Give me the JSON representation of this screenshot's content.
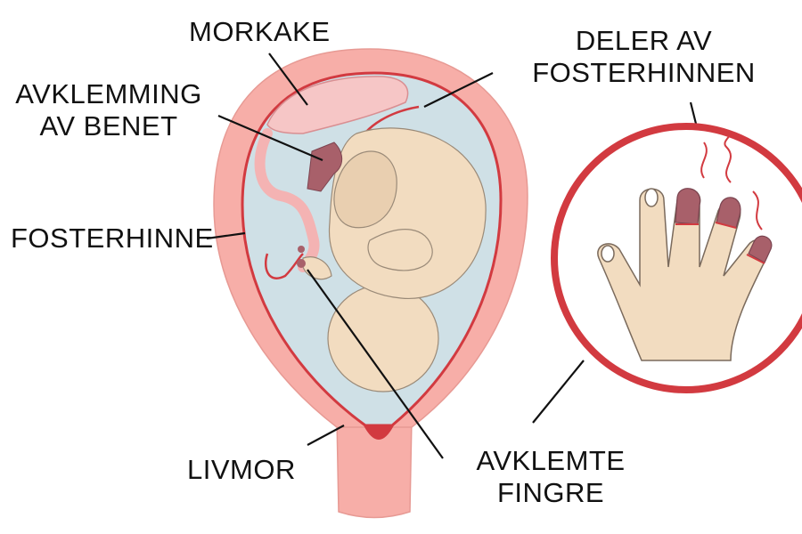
{
  "labels": {
    "placenta": "MORKAKE",
    "leg_amputation_1": "AVKLEMMING",
    "leg_amputation_2": "AV BENET",
    "amnion": "FOSTERHINNE",
    "uterus": "LIVMOR",
    "membrane_parts_1": "DELER AV",
    "membrane_parts_2": "FOSTERHINNEN",
    "constricted_fingers_1": "AVKLEMTE",
    "constricted_fingers_2": "FINGRE"
  },
  "colors": {
    "uterus": "#f7aea8",
    "amniotic_fluid": "#cfe0e6",
    "membrane": "#d23a40",
    "skin": "#f2dcc0",
    "constricted_tissue": "#a8606a",
    "placenta": "#f6c6c6"
  }
}
